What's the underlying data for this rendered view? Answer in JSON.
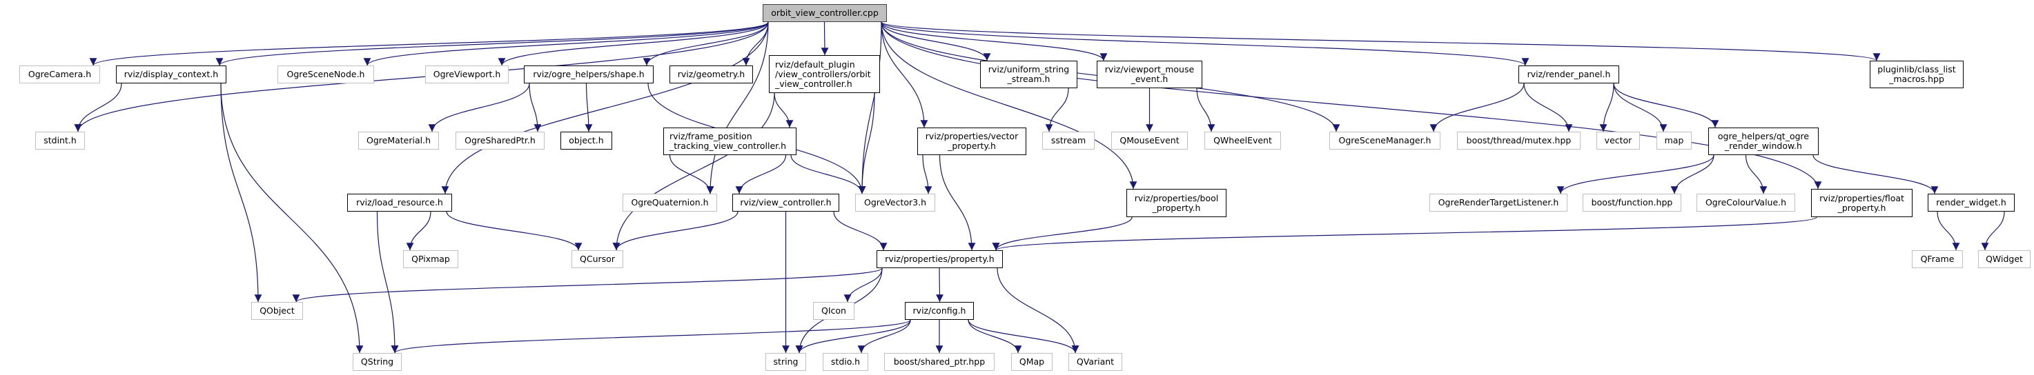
{
  "diagram": {
    "title": "orbit_view_controller.cpp",
    "edge_color": "#191970",
    "root_fill": "#bfbfbf",
    "documented_border": "#000000",
    "external_border": "#bfbfbf",
    "nodes": {
      "root": {
        "label": "orbit_view_controller.cpp",
        "kind": "root"
      },
      "ogrecamera": {
        "label": "OgreCamera.h",
        "kind": "external"
      },
      "display_context": {
        "label": "rviz/display_context.h",
        "kind": "documented"
      },
      "ogrescenenode": {
        "label": "OgreSceneNode.h",
        "kind": "external"
      },
      "ogreviewport": {
        "label": "OgreViewport.h",
        "kind": "external"
      },
      "shape": {
        "label": "rviz/ogre_helpers/shape.h",
        "kind": "documented"
      },
      "geometry": {
        "label": "rviz/geometry.h",
        "kind": "documented"
      },
      "orbit_h": {
        "label": "rviz/default_plugin\n/view_controllers/orbit\n_view_controller.h",
        "kind": "documented"
      },
      "uniform": {
        "label": "rviz/uniform_string\n_stream.h",
        "kind": "documented"
      },
      "vme": {
        "label": "rviz/viewport_mouse\n_event.h",
        "kind": "documented"
      },
      "render_panel": {
        "label": "rviz/render_panel.h",
        "kind": "documented"
      },
      "pluginlib": {
        "label": "pluginlib/class_list\n_macros.hpp",
        "kind": "documented"
      },
      "stdint": {
        "label": "stdint.h",
        "kind": "external"
      },
      "ogrematerial": {
        "label": "OgreMaterial.h",
        "kind": "external"
      },
      "ogresharedptr": {
        "label": "OgreSharedPtr.h",
        "kind": "external"
      },
      "object": {
        "label": "object.h",
        "kind": "documented"
      },
      "fptvc": {
        "label": "rviz/frame_position\n_tracking_view_controller.h",
        "kind": "documented"
      },
      "vector_property": {
        "label": "rviz/properties/vector\n_property.h",
        "kind": "documented"
      },
      "sstream": {
        "label": "sstream",
        "kind": "external"
      },
      "qmouseevent": {
        "label": "QMouseEvent",
        "kind": "external"
      },
      "qwheelevent": {
        "label": "QWheelEvent",
        "kind": "external"
      },
      "ogrescenemanager": {
        "label": "OgreSceneManager.h",
        "kind": "external"
      },
      "mutex": {
        "label": "boost/thread/mutex.hpp",
        "kind": "external"
      },
      "vector": {
        "label": "vector",
        "kind": "external"
      },
      "map": {
        "label": "map",
        "kind": "external"
      },
      "qt_ogre": {
        "label": "ogre_helpers/qt_ogre\n_render_window.h",
        "kind": "documented"
      },
      "load_resource": {
        "label": "rviz/load_resource.h",
        "kind": "documented"
      },
      "ogrequaternion": {
        "label": "OgreQuaternion.h",
        "kind": "external"
      },
      "view_controller": {
        "label": "rviz/view_controller.h",
        "kind": "documented"
      },
      "ogrevector3": {
        "label": "OgreVector3.h",
        "kind": "external"
      },
      "bool_property": {
        "label": "rviz/properties/bool\n_property.h",
        "kind": "documented"
      },
      "ogrertl": {
        "label": "OgreRenderTargetListener.h",
        "kind": "external"
      },
      "boostfunction": {
        "label": "boost/function.hpp",
        "kind": "external"
      },
      "ogrecolourvalue": {
        "label": "OgreColourValue.h",
        "kind": "external"
      },
      "float_property": {
        "label": "rviz/properties/float\n_property.h",
        "kind": "documented"
      },
      "render_widget": {
        "label": "render_widget.h",
        "kind": "documented"
      },
      "qpixmap": {
        "label": "QPixmap",
        "kind": "external"
      },
      "qcursor": {
        "label": "QCursor",
        "kind": "external"
      },
      "property": {
        "label": "rviz/properties/property.h",
        "kind": "documented"
      },
      "qframe": {
        "label": "QFrame",
        "kind": "external"
      },
      "qwidget": {
        "label": "QWidget",
        "kind": "external"
      },
      "qobject": {
        "label": "QObject",
        "kind": "external"
      },
      "qicon": {
        "label": "QIcon",
        "kind": "external"
      },
      "config": {
        "label": "rviz/config.h",
        "kind": "documented"
      },
      "qstring": {
        "label": "QString",
        "kind": "external"
      },
      "string": {
        "label": "string",
        "kind": "external"
      },
      "stdio": {
        "label": "stdio.h",
        "kind": "external"
      },
      "shared_ptr": {
        "label": "boost/shared_ptr.hpp",
        "kind": "external"
      },
      "qmap": {
        "label": "QMap",
        "kind": "external"
      },
      "qvariant": {
        "label": "QVariant",
        "kind": "external"
      }
    },
    "edges": [
      [
        "root",
        "ogrecamera"
      ],
      [
        "root",
        "display_context"
      ],
      [
        "root",
        "ogrescenenode"
      ],
      [
        "root",
        "ogreviewport"
      ],
      [
        "root",
        "shape"
      ],
      [
        "root",
        "geometry"
      ],
      [
        "root",
        "orbit_h"
      ],
      [
        "root",
        "uniform"
      ],
      [
        "root",
        "vme"
      ],
      [
        "root",
        "render_panel"
      ],
      [
        "root",
        "pluginlib"
      ],
      [
        "root",
        "stdint"
      ],
      [
        "root",
        "load_resource"
      ],
      [
        "root",
        "ogrequaternion"
      ],
      [
        "root",
        "ogrevector3"
      ],
      [
        "root",
        "vector_property"
      ],
      [
        "root",
        "bool_property"
      ],
      [
        "root",
        "ogrescenemanager"
      ],
      [
        "root",
        "float_property"
      ],
      [
        "display_context",
        "stdint"
      ],
      [
        "display_context",
        "qobject"
      ],
      [
        "display_context",
        "qstring"
      ],
      [
        "shape",
        "ogrematerial"
      ],
      [
        "shape",
        "ogresharedptr"
      ],
      [
        "shape",
        "object"
      ],
      [
        "shape",
        "ogrevector3"
      ],
      [
        "orbit_h",
        "fptvc"
      ],
      [
        "orbit_h",
        "ogrevector3"
      ],
      [
        "orbit_h",
        "qcursor"
      ],
      [
        "uniform",
        "sstream"
      ],
      [
        "vme",
        "qmouseevent"
      ],
      [
        "vme",
        "qwheelevent"
      ],
      [
        "render_panel",
        "ogrescenemanager"
      ],
      [
        "render_panel",
        "mutex"
      ],
      [
        "render_panel",
        "vector"
      ],
      [
        "render_panel",
        "map"
      ],
      [
        "render_panel",
        "qt_ogre"
      ],
      [
        "fptvc",
        "ogrequaternion"
      ],
      [
        "fptvc",
        "view_controller"
      ],
      [
        "fptvc",
        "ogrevector3"
      ],
      [
        "vector_property",
        "ogrevector3"
      ],
      [
        "vector_property",
        "property"
      ],
      [
        "qt_ogre",
        "ogrertl"
      ],
      [
        "qt_ogre",
        "boostfunction"
      ],
      [
        "qt_ogre",
        "ogrecolourvalue"
      ],
      [
        "qt_ogre",
        "render_widget"
      ],
      [
        "load_resource",
        "qpixmap"
      ],
      [
        "load_resource",
        "qcursor"
      ],
      [
        "load_resource",
        "qstring"
      ],
      [
        "view_controller",
        "qcursor"
      ],
      [
        "view_controller",
        "string"
      ],
      [
        "view_controller",
        "property"
      ],
      [
        "bool_property",
        "property"
      ],
      [
        "float_property",
        "property"
      ],
      [
        "render_widget",
        "qframe"
      ],
      [
        "render_widget",
        "qwidget"
      ],
      [
        "property",
        "qobject"
      ],
      [
        "property",
        "qicon"
      ],
      [
        "property",
        "config"
      ],
      [
        "property",
        "string"
      ],
      [
        "property",
        "qvariant"
      ],
      [
        "config",
        "qstring"
      ],
      [
        "config",
        "string"
      ],
      [
        "config",
        "stdio"
      ],
      [
        "config",
        "shared_ptr"
      ],
      [
        "config",
        "qmap"
      ],
      [
        "config",
        "qvariant"
      ]
    ]
  }
}
